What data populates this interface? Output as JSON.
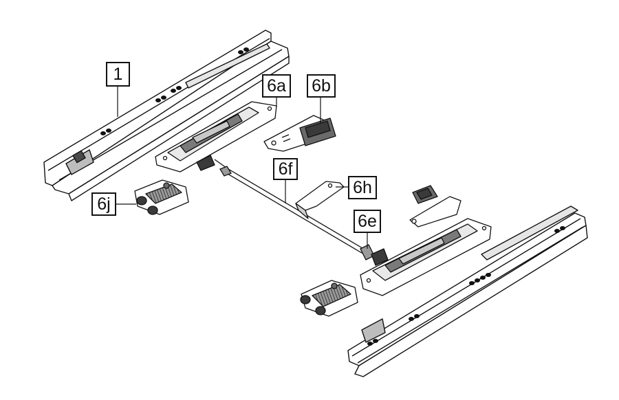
{
  "callouts": {
    "c1": "1",
    "c6a": "6a",
    "c6b": "6b",
    "c6f": "6f",
    "c6h": "6h",
    "c6e": "6e",
    "c6j": "6j"
  },
  "colors": {
    "line": "#111111",
    "part_fill": "#ffffff",
    "part_shade": "#8a8a8a",
    "dark_shade": "#3a3a3a"
  }
}
